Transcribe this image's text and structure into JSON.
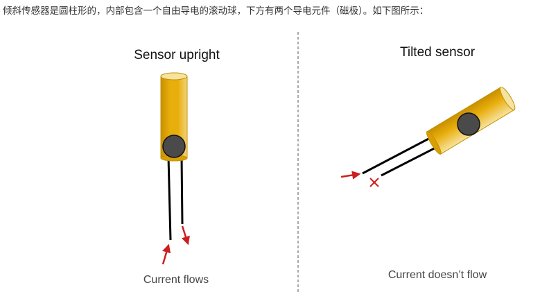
{
  "intro_text": "倾斜传感器是圆柱形的，内部包含一个自由导电的滚动球，下方有两个导电元件（磁极）。如下图所示：",
  "upright": {
    "title": "Sensor upright",
    "caption": "Current flows"
  },
  "tilted": {
    "title": "Tilted sensor",
    "caption": "Current doesn’t flow"
  },
  "colors": {
    "cylinder_body": "#E8AE0C",
    "cylinder_dark": "#C98F00",
    "cylinder_light": "#F7E3A0",
    "ball": "#4A4A4A",
    "lead": "#000000",
    "arrow": "#CC1F1F",
    "divider": "#555555"
  }
}
